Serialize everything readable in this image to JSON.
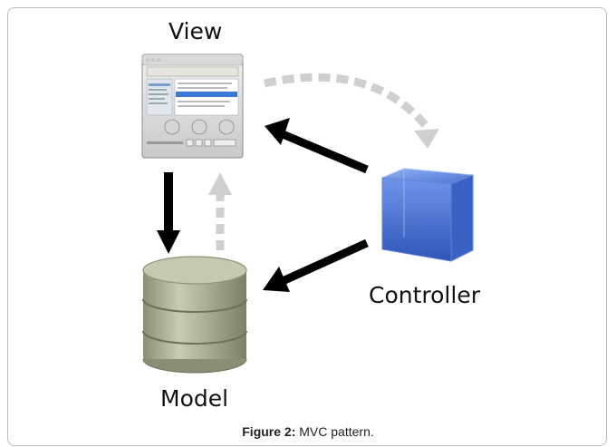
{
  "nodes": {
    "view": {
      "label": "View"
    },
    "model": {
      "label": "Model"
    },
    "controller": {
      "label": "Controller"
    }
  },
  "caption": {
    "prefix": "Figure 2:",
    "text": " MVC pattern."
  },
  "colors": {
    "solid_arrow": "#000000",
    "dashed_arrow": "#cfcfcf",
    "cube": "#4a76d8",
    "database": "#b9bc9e"
  },
  "icons": {
    "view": "app-window-icon",
    "model": "database-icon",
    "controller": "cube-icon"
  }
}
